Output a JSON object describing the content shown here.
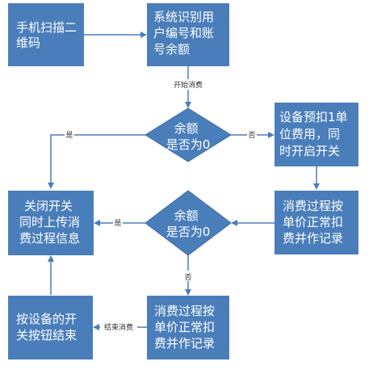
{
  "nodes": {
    "scan_qr": {
      "lines": [
        "手机扫描二",
        "维码"
      ]
    },
    "identify_user": {
      "lines": [
        "系统识别用",
        "户编号和账",
        "号余额"
      ]
    },
    "balance_check_1": {
      "lines": [
        "余额",
        "是否为0"
      ]
    },
    "prededuct": {
      "lines": [
        "设备预扣1单",
        "位费用，同",
        "时开启开关"
      ]
    },
    "consume_record_1": {
      "lines": [
        "消费过程按",
        "单价正常扣",
        "费并作记录"
      ]
    },
    "balance_check_2": {
      "lines": [
        "余额",
        "是否为0"
      ]
    },
    "close_upload": {
      "lines": [
        "关闭开关",
        "同时上传消",
        "费过程信息"
      ]
    },
    "consume_record_2": {
      "lines": [
        "消费过程按",
        "单价正常扣",
        "费并作记录"
      ]
    },
    "press_end": {
      "lines": [
        "按设备的开",
        "关按钮结束"
      ]
    }
  },
  "edges": {
    "start_consume": "开始消费",
    "check1_no": "否",
    "check1_yes": "是",
    "check2_yes": "是",
    "check2_no": "否",
    "end_consume": "结束消费"
  }
}
